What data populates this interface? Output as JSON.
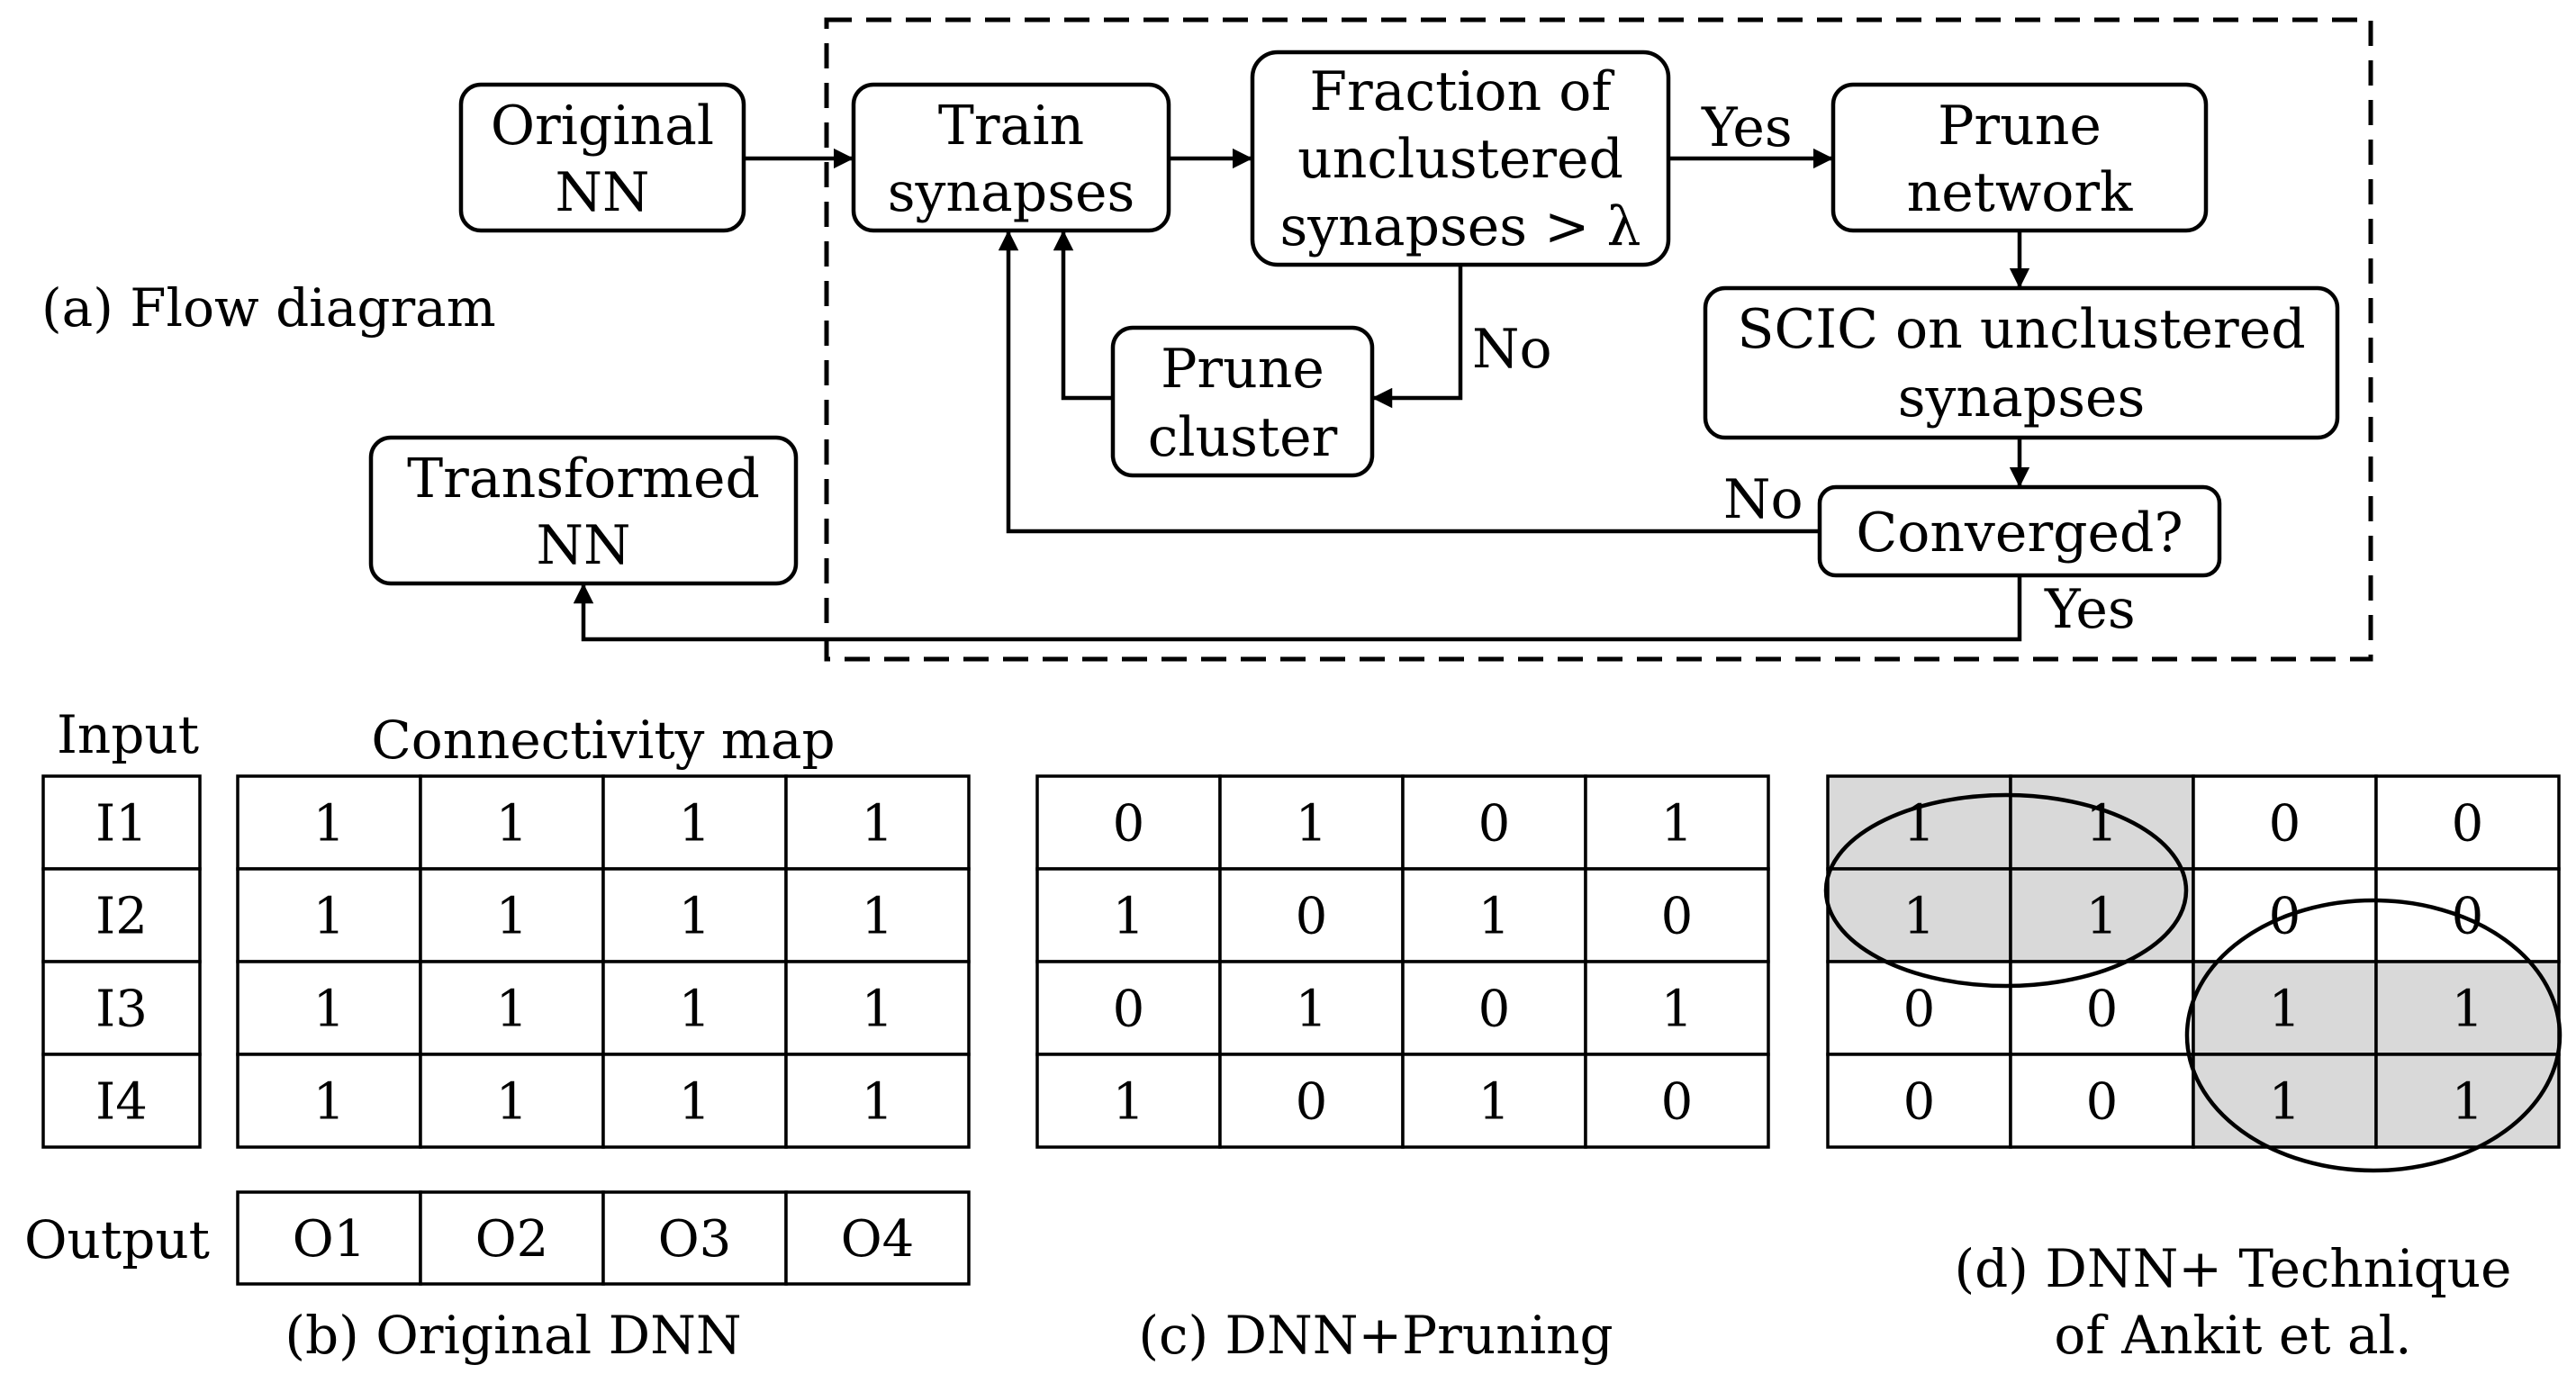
{
  "flow": {
    "caption": "(a) Flow diagram",
    "original_nn": [
      "Original",
      "NN"
    ],
    "train_synapses": [
      "Train",
      "synapses"
    ],
    "fraction": [
      "Fraction of",
      "unclustered",
      "synapses > λ"
    ],
    "prune_network": [
      "Prune",
      "network"
    ],
    "scic": [
      "SCIC on unclustered",
      "synapses"
    ],
    "prune_cluster": [
      "Prune",
      "cluster"
    ],
    "transformed_nn": [
      "Transformed",
      "NN"
    ],
    "converged": "Converged?",
    "yes_fraction": "Yes",
    "no_fraction": "No",
    "no_converged": "No",
    "yes_converged": "Yes"
  },
  "tables": {
    "input_header": "Input",
    "connectivity_header": "Connectivity map",
    "inputs": [
      "I1",
      "I2",
      "I3",
      "I4"
    ],
    "output_label": "Output",
    "outputs": [
      "O1",
      "O2",
      "O3",
      "O4"
    ],
    "original": [
      [
        "1",
        "1",
        "1",
        "1"
      ],
      [
        "1",
        "1",
        "1",
        "1"
      ],
      [
        "1",
        "1",
        "1",
        "1"
      ],
      [
        "1",
        "1",
        "1",
        "1"
      ]
    ],
    "pruning": [
      [
        "0",
        "1",
        "0",
        "1"
      ],
      [
        "1",
        "0",
        "1",
        "0"
      ],
      [
        "0",
        "1",
        "0",
        "1"
      ],
      [
        "1",
        "0",
        "1",
        "0"
      ]
    ],
    "ankit": [
      [
        "1",
        "1",
        "0",
        "0"
      ],
      [
        "1",
        "1",
        "0",
        "0"
      ],
      [
        "0",
        "0",
        "1",
        "1"
      ],
      [
        "0",
        "0",
        "1",
        "1"
      ]
    ],
    "ankit_shaded": [
      [
        true,
        true,
        false,
        false
      ],
      [
        true,
        true,
        false,
        false
      ],
      [
        false,
        false,
        true,
        true
      ],
      [
        false,
        false,
        true,
        true
      ]
    ],
    "caption_b": "(b) Original DNN",
    "caption_c": "(c) DNN+Pruning",
    "caption_d": [
      "(d) DNN+ Technique",
      "of Ankit et al."
    ]
  }
}
